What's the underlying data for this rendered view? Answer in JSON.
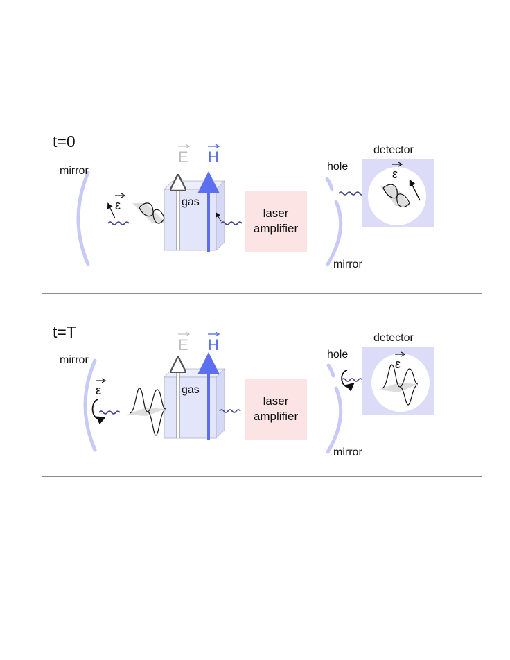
{
  "panels": [
    {
      "time_label": "t=0",
      "labels": {
        "mirror_left": "mirror",
        "gas": "gas",
        "amplifier_line1": "laser",
        "amplifier_line2": "amplifier",
        "hole": "hole",
        "mirror_right": "mirror",
        "detector": "detector",
        "field_e": "E",
        "field_h": "H",
        "polarization": "ε"
      }
    },
    {
      "time_label": "t=T",
      "labels": {
        "mirror_left": "mirror",
        "gas": "gas",
        "amplifier_line1": "laser",
        "amplifier_line2": "amplifier",
        "hole": "hole",
        "mirror_right": "mirror",
        "detector": "detector",
        "field_e": "E",
        "field_h": "H",
        "polarization": "ε"
      }
    }
  ],
  "colors": {
    "mirror": "#c7c9f6",
    "gas_box": "#e3e5fb",
    "amplifier": "#fce4e4",
    "detector_box": "#dcdcf8",
    "h_field": "#5b6ff0",
    "e_field": "#bdbdbd",
    "photon": "#3b3f8f"
  }
}
